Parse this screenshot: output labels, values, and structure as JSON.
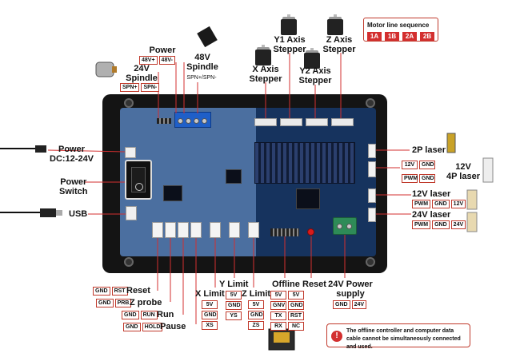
{
  "title": {
    "motor_seq": "Motor line sequence"
  },
  "motor_seq_tags": [
    "1A",
    "1B",
    "2A",
    "2B"
  ],
  "top": {
    "power": "Power",
    "power_tags": [
      "48V+",
      "48V-"
    ],
    "spindle24": "24V\nSpindle",
    "spindle_tags": [
      "SPN+",
      "SPN-"
    ],
    "spindle48": "48V\nSpindle",
    "spindle48_sub": "SPN+/SPN-",
    "y1": "Y1 Axis\nStepper",
    "z": "Z Axis\nStepper",
    "x": "X Axis\nStepper",
    "y2": "Y2 Axis\nStepper"
  },
  "left": {
    "power_dc": "Power\nDC:12-24V",
    "power_switch": "Power\nSwitch",
    "usb": "USB"
  },
  "right": {
    "laser2p": "2P laser",
    "laser4p": "12V\n4P laser",
    "laser4p_row1": [
      "12V",
      "GND"
    ],
    "laser4p_row2": [
      "PWM",
      "GND"
    ],
    "laser12": "12V laser",
    "laser12_tags": [
      "PWM",
      "GND",
      "12V"
    ],
    "laser24": "24V laser",
    "laser24_tags": [
      "PWM",
      "GND",
      "24V"
    ]
  },
  "bottom": {
    "reset_tags": [
      "GND",
      "RST"
    ],
    "reset": "Reset",
    "zprobe_tags": [
      "GND",
      "PRB"
    ],
    "zprobe": "Z probe",
    "run_tags": [
      "GND",
      "RUN"
    ],
    "run": "Run",
    "pause_tags": [
      "GND",
      "HOLD"
    ],
    "pause": "Pause",
    "xlimit": "X Limit",
    "xlimit_tags": [
      "5V",
      "GND",
      "XS"
    ],
    "ylimit": "Y Limit",
    "ylimit_tags": [
      "5V",
      "GND",
      "YS"
    ],
    "zlimit": "Z Limit",
    "zlimit_tags": [
      "5V",
      "GND",
      "ZS"
    ],
    "offline": "Offline",
    "offline_tags": [
      "5V",
      "5V",
      "GNV",
      "GND",
      "TX",
      "RST",
      "RX",
      "NC"
    ],
    "reset_btn": "Reset",
    "supply": "24V Power\nsupply",
    "supply_tags": [
      "GND",
      "24V"
    ]
  },
  "warning": "The offline controller and computer data cable cannot be simultaneously connected and used.",
  "colors": {
    "accent": "#d32f2f",
    "board": "#16335e",
    "frame": "#141414"
  }
}
